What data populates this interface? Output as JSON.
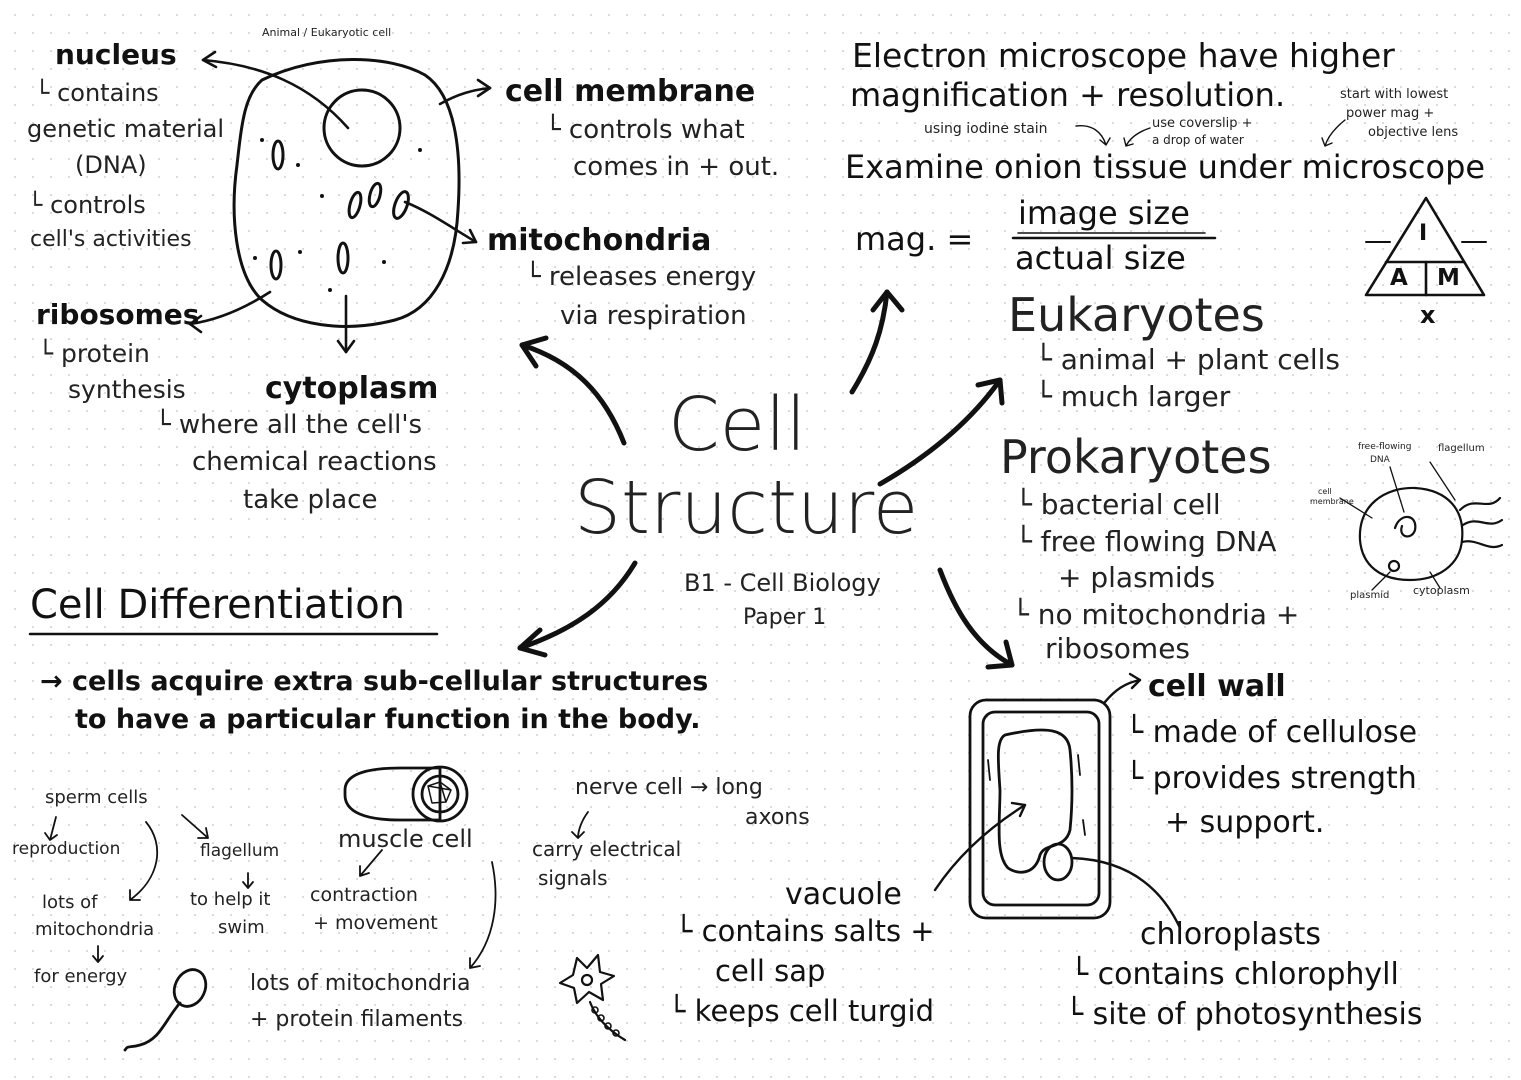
{
  "center": {
    "title_line1": "Cell",
    "title_line2": "Structure",
    "subtitle_line1": "B1 - Cell Biology",
    "subtitle_line2": "Paper 1"
  },
  "animal_cell": {
    "caption": "Animal / Eukaryotic cell",
    "nucleus": {
      "title": "nucleus",
      "l1": "└ contains",
      "l2": "genetic material",
      "l3": "(DNA)",
      "l4": "└ controls",
      "l5": "cell's activities"
    },
    "membrane": {
      "title": "cell membrane",
      "l1": "└ controls what",
      "l2": "comes in + out."
    },
    "mitochondria": {
      "title": "mitochondria",
      "l1": "└ releases energy",
      "l2": "via respiration"
    },
    "ribosomes": {
      "title": "ribosomes",
      "l1": "└ protein",
      "l2": "synthesis"
    },
    "cytoplasm": {
      "title": "cytoplasm",
      "l1": "└ where all the cell's",
      "l2": "chemical reactions",
      "l3": "take place"
    }
  },
  "microscope": {
    "l1": "Electron microscope have higher",
    "l2": "magnification + resolution.",
    "note_stain": "using iodine stain",
    "note_coverslip_1": "use coverslip +",
    "note_coverslip_2": "a drop of water",
    "note_lowest_1": "start with lowest",
    "note_lowest_2": "power mag +",
    "note_lowest_3": "objective lens",
    "examine": "Examine onion tissue under microscope",
    "mag": "mag. =",
    "numerator": "image size",
    "denominator": "actual size",
    "tri_i": "I",
    "tri_a": "A",
    "tri_m": "M",
    "tri_x": "x"
  },
  "eukaryotes": {
    "title": "Eukaryotes",
    "l1": "└ animal + plant cells",
    "l2": "└ much larger"
  },
  "prokaryotes": {
    "title": "Prokaryotes",
    "l1": "└ bacterial cell",
    "l2": "└ free flowing DNA",
    "l3": "+ plasmids",
    "l4": "└ no mitochondria +",
    "l5": "ribosomes",
    "label_dna_1": "free-flowing",
    "label_dna_2": "DNA",
    "label_flagellum": "flagellum",
    "label_membrane_1": "cell",
    "label_membrane_2": "membrane",
    "label_plasmid": "plasmid",
    "label_cytoplasm": "cytoplasm"
  },
  "differentiation": {
    "title": "Cell Differentiation",
    "l1": "→ cells acquire extra sub-cellular structures",
    "l2": "to have a particular function in the body.",
    "sperm": "sperm cells",
    "reproduction": "reproduction",
    "flagellum": "flagellum",
    "help_1": "to help it",
    "help_2": "swim",
    "lots_1": "lots of",
    "lots_2": "mitochondria",
    "energy": "for energy",
    "muscle": "muscle cell",
    "contraction_1": "contraction",
    "contraction_2": "+ movement",
    "muscle_lots_1": "lots of mitochondria",
    "muscle_lots_2": "+ protein filaments",
    "nerve": "nerve cell → long",
    "axons": "axons",
    "carry_1": "carry electrical",
    "carry_2": "signals"
  },
  "plant_cell": {
    "wall_title": "cell wall",
    "wall_l1": "└ made of cellulose",
    "wall_l2": "└ provides strength",
    "wall_l3": "+ support.",
    "vacuole_title": "vacuole",
    "vacuole_l1": "└ contains salts +",
    "vacuole_l2": "cell sap",
    "vacuole_l3": "└ keeps cell turgid",
    "chloro_title": "chloroplasts",
    "chloro_l1": "└ contains chlorophyll",
    "chloro_l2": "└ site of photosynthesis"
  }
}
